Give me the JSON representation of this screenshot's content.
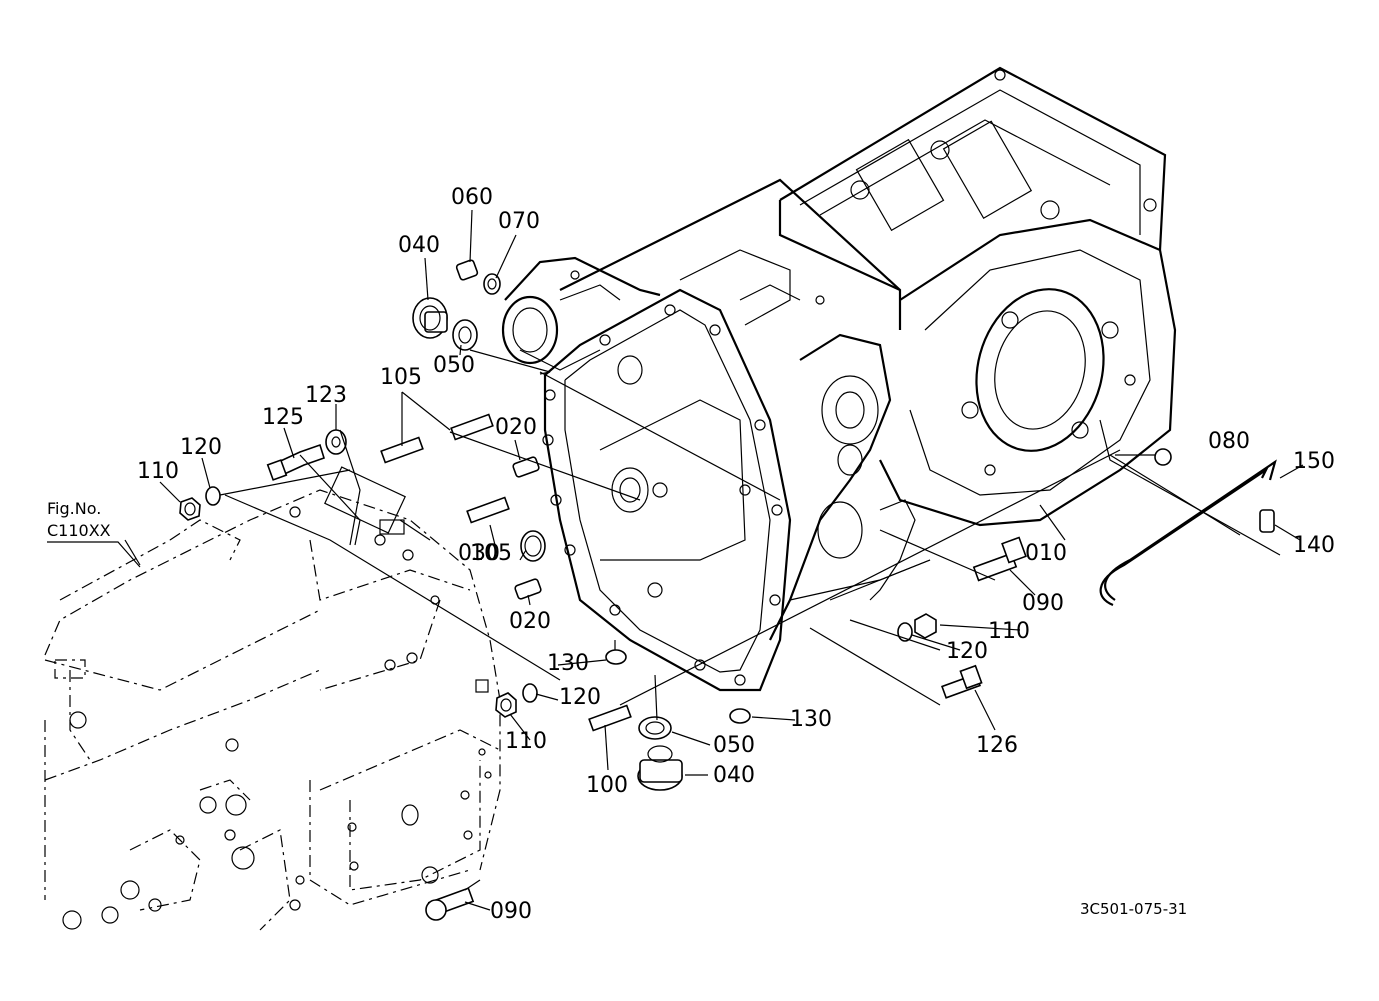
{
  "figure_ref": {
    "line1": "Fig.No.",
    "line2": "C110XX"
  },
  "drawing_number": "3C501-075-31",
  "callouts": [
    {
      "id": "c060",
      "text": "060"
    },
    {
      "id": "c070",
      "text": "070"
    },
    {
      "id": "c040a",
      "text": "040"
    },
    {
      "id": "c050a",
      "text": "050"
    },
    {
      "id": "c105a",
      "text": "105"
    },
    {
      "id": "c123",
      "text": "123"
    },
    {
      "id": "c125",
      "text": "125"
    },
    {
      "id": "c120a",
      "text": "120"
    },
    {
      "id": "c110a",
      "text": "110"
    },
    {
      "id": "c020a",
      "text": "020"
    },
    {
      "id": "c105b",
      "text": "105"
    },
    {
      "id": "c030",
      "text": "030"
    },
    {
      "id": "c020b",
      "text": "020"
    },
    {
      "id": "c080",
      "text": "080"
    },
    {
      "id": "c150",
      "text": "150"
    },
    {
      "id": "c140",
      "text": "140"
    },
    {
      "id": "c010",
      "text": "010"
    },
    {
      "id": "c090a",
      "text": "090"
    },
    {
      "id": "c110b",
      "text": "110"
    },
    {
      "id": "c120b",
      "text": "120"
    },
    {
      "id": "c130a",
      "text": "130"
    },
    {
      "id": "c120c",
      "text": "120"
    },
    {
      "id": "c110c",
      "text": "110"
    },
    {
      "id": "c130b",
      "text": "130"
    },
    {
      "id": "c050b",
      "text": "050"
    },
    {
      "id": "c040b",
      "text": "040"
    },
    {
      "id": "c100",
      "text": "100"
    },
    {
      "id": "c126",
      "text": "126"
    },
    {
      "id": "c090b",
      "text": "090"
    }
  ]
}
